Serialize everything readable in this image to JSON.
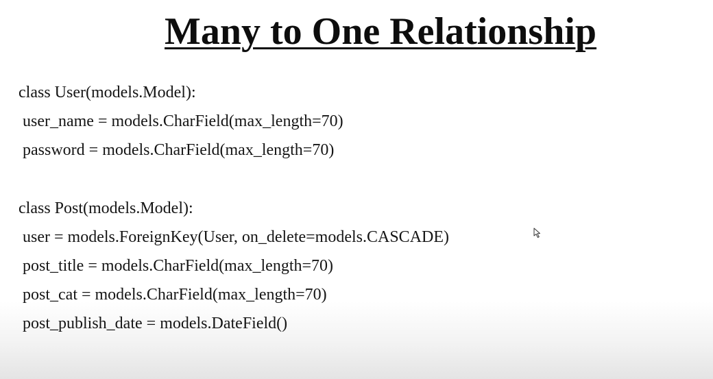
{
  "slide": {
    "title": "Many to One Relationship",
    "code_lines": [
      "class User(models.Model):",
      "user_name = models.CharField(max_length=70)",
      "password = models.CharField(max_length=70)",
      "class Post(models.Model):",
      "user = models.ForeignKey(User, on_delete=models.CASCADE)",
      "post_title = models.CharField(max_length=70)",
      "post_cat = models.CharField(max_length=70)",
      "post_publish_date = models.DateField()"
    ]
  },
  "cursor": {
    "icon": "mouse-pointer-icon"
  }
}
